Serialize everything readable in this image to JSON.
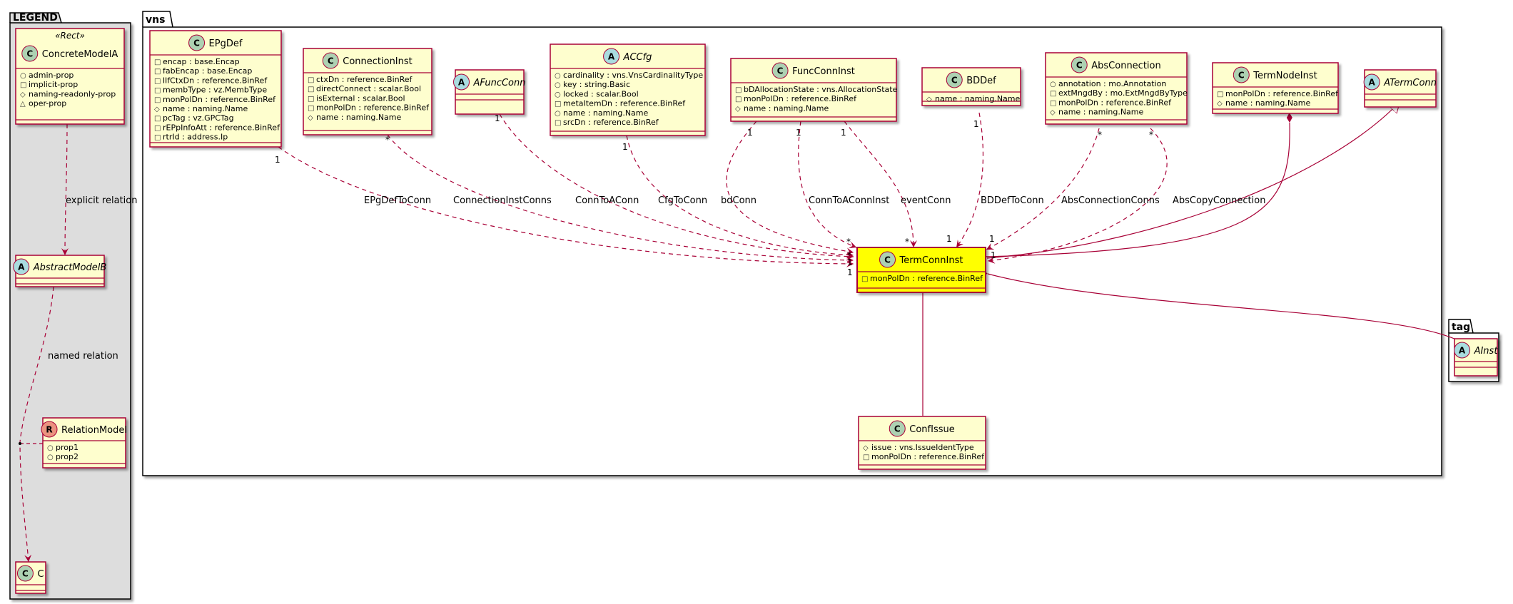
{
  "colors": {
    "class_fill": "#FEFECE",
    "class_border": "#A80036",
    "highlight_fill": "#FFFF00",
    "edge": "#A80036",
    "legend_bg": "#DDDDDD",
    "class_circle": "#ADD1B2",
    "abstract_circle": "#A9DCDF",
    "relation_circle": "#EB937F"
  },
  "packages": {
    "legend": "LEGEND",
    "vns": "vns",
    "tag": "tag"
  },
  "legend": {
    "concrete": {
      "stereotype": "«Rect»",
      "name": "ConcreteModelA",
      "letter": "C",
      "attrs": [
        {
          "vis": "○",
          "text": "admin-prop"
        },
        {
          "vis": "□",
          "text": "implicit-prop"
        },
        {
          "vis": "◇",
          "text": "naming-readonly-prop"
        },
        {
          "vis": "△",
          "text": "oper-prop"
        }
      ]
    },
    "abstract": {
      "name": "AbstractModelB",
      "letter": "A"
    },
    "relation": {
      "name": "RelationModel",
      "letter": "R",
      "attrs": [
        {
          "vis": "○",
          "text": "prop1"
        },
        {
          "vis": "○",
          "text": "prop2"
        }
      ]
    },
    "c": {
      "name": "C",
      "letter": "C"
    },
    "explicit_label": "explicit relation",
    "named_label": "named relation"
  },
  "classes": {
    "EPgDef": {
      "name": "EPgDef",
      "letter": "C",
      "attrs": [
        {
          "vis": "□",
          "text": "encap : base.Encap"
        },
        {
          "vis": "□",
          "text": "fabEncap : base.Encap"
        },
        {
          "vis": "□",
          "text": "lIfCtxDn : reference.BinRef"
        },
        {
          "vis": "□",
          "text": "membType : vz.MembType"
        },
        {
          "vis": "□",
          "text": "monPolDn : reference.BinRef"
        },
        {
          "vis": "◇",
          "text": "name : naming.Name"
        },
        {
          "vis": "□",
          "text": "pcTag : vz.GPCTag"
        },
        {
          "vis": "□",
          "text": "rEPpInfoAtt : reference.BinRef"
        },
        {
          "vis": "□",
          "text": "rtrId : address.Ip"
        }
      ]
    },
    "ConnectionInst": {
      "name": "ConnectionInst",
      "letter": "C",
      "attrs": [
        {
          "vis": "□",
          "text": "ctxDn : reference.BinRef"
        },
        {
          "vis": "□",
          "text": "directConnect : scalar.Bool"
        },
        {
          "vis": "□",
          "text": "isExternal : scalar.Bool"
        },
        {
          "vis": "□",
          "text": "monPolDn : reference.BinRef"
        },
        {
          "vis": "◇",
          "text": "name : naming.Name"
        }
      ]
    },
    "AFuncConn": {
      "name": "AFuncConn",
      "letter": "A",
      "attrs": []
    },
    "ACCfg": {
      "name": "ACCfg",
      "letter": "A",
      "attrs": [
        {
          "vis": "○",
          "text": "cardinality : vns.VnsCardinalityType"
        },
        {
          "vis": "○",
          "text": "key : string.Basic"
        },
        {
          "vis": "○",
          "text": "locked : scalar.Bool"
        },
        {
          "vis": "□",
          "text": "metaItemDn : reference.BinRef"
        },
        {
          "vis": "○",
          "text": "name : naming.Name"
        },
        {
          "vis": "□",
          "text": "srcDn : reference.BinRef"
        }
      ]
    },
    "FuncConnInst": {
      "name": "FuncConnInst",
      "letter": "C",
      "attrs": [
        {
          "vis": "□",
          "text": "bDAllocationState : vns.AllocationState"
        },
        {
          "vis": "□",
          "text": "monPolDn : reference.BinRef"
        },
        {
          "vis": "◇",
          "text": "name : naming.Name"
        }
      ]
    },
    "BDDef": {
      "name": "BDDef",
      "letter": "C",
      "attrs": [
        {
          "vis": "◇",
          "text": "name : naming.Name"
        }
      ]
    },
    "AbsConnection": {
      "name": "AbsConnection",
      "letter": "C",
      "attrs": [
        {
          "vis": "○",
          "text": "annotation : mo.Annotation"
        },
        {
          "vis": "□",
          "text": "extMngdBy : mo.ExtMngdByType"
        },
        {
          "vis": "□",
          "text": "monPolDn : reference.BinRef"
        },
        {
          "vis": "◇",
          "text": "name : naming.Name"
        }
      ]
    },
    "TermNodeInst": {
      "name": "TermNodeInst",
      "letter": "C",
      "attrs": [
        {
          "vis": "□",
          "text": "monPolDn : reference.BinRef"
        },
        {
          "vis": "◇",
          "text": "name : naming.Name"
        }
      ]
    },
    "ATermConn": {
      "name": "ATermConn",
      "letter": "A",
      "attrs": []
    },
    "TermConnInst": {
      "name": "TermConnInst",
      "letter": "C",
      "attrs": [
        {
          "vis": "□",
          "text": "monPolDn : reference.BinRef"
        }
      ]
    },
    "ConfIssue": {
      "name": "ConfIssue",
      "letter": "C",
      "attrs": [
        {
          "vis": "◇",
          "text": "issue : vns.IssueIdentType"
        },
        {
          "vis": "□",
          "text": "monPolDn : reference.BinRef"
        }
      ]
    },
    "AInst": {
      "name": "AInst",
      "letter": "A",
      "attrs": []
    }
  },
  "relations": {
    "EPgDefToConn": "EPgDefToConn",
    "ConnectionInstConns": "ConnectionInstConns",
    "ConnToAConn": "ConnToAConn",
    "CfgToConn": "CfgToConn",
    "bdConn": "bdConn",
    "ConnToAConnInst": "ConnToAConnInst",
    "eventConn": "eventConn",
    "BDDefToConn": "BDDefToConn",
    "AbsConnectionConns": "AbsConnectionConns",
    "AbsCopyConnection": "AbsCopyConnection"
  },
  "mult": {
    "one": "1",
    "star": "*"
  }
}
